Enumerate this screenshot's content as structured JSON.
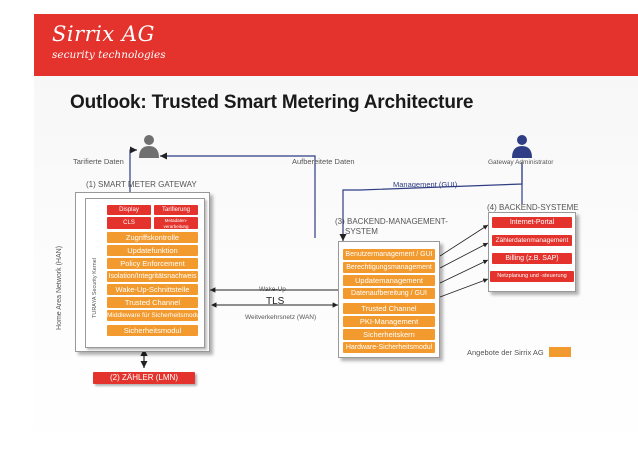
{
  "header": {
    "logo_main": "Sirrix AG",
    "logo_sub": "security technologies"
  },
  "title": "Outlook: Trusted Smart Metering Architecture",
  "labels": {
    "tariffed_data": "Tarifierte Daten",
    "processed_data": "Aufbereitete Daten",
    "gateway_admin": "Gateway Administrator",
    "management_gui": "Management (GUI)",
    "smart_meter_gateway": "(1) SMART METER GATEWAY",
    "han": "Home Area Network (HAN)",
    "turaya": "TURAYA Security Kernel",
    "backend_mgmt_line1": "(3) BACKEND-MANAGEMENT-",
    "backend_mgmt_line2": "SYSTEM",
    "backend_systems": "(4) BACKEND-SYSTEME",
    "wake_up": "Wake-Up",
    "tls": "TLS",
    "wan": "Weitverkehrsnetz (WAN)",
    "offers": "Angebote der Sirrix AG",
    "meter": "(2) ZÄHLER (LMN)"
  },
  "colors": {
    "brand_red": "#e4332d",
    "orange": "#f29a2e",
    "navy": "#2e3d84"
  },
  "gateway": {
    "display": "Display",
    "tariff": "Tarifierung",
    "cls": "CLS",
    "metadata_line1": "Metadaten-",
    "metadata_line2": "verarbeitung",
    "modules": [
      "Zugriffskontrolle",
      "Updatefunktion",
      "Policy Enforcement",
      "Isolation/Integritätsnachweis",
      "Wake-Up-Schnittstelle",
      "Trusted Channel",
      "Middleware für Sicherheitsmodul"
    ],
    "security_module": "Sicherheitsmodul"
  },
  "backend_mgmt": {
    "modules": [
      "Benutzermanagement / GUI",
      "Berechtigungsmanagement",
      "Updatemanagement",
      "Datenaufbereitung / GUI",
      "Trusted Channel",
      "PKI-Management",
      "Sicherheitskern",
      "Hardware-Sicherheitsmodul"
    ]
  },
  "backend_systems": {
    "items": [
      "Internet-Portal",
      "Zählerdatenmanagement",
      "Billing (z.B. SAP)",
      "Netzplanung und -steuerung"
    ]
  }
}
